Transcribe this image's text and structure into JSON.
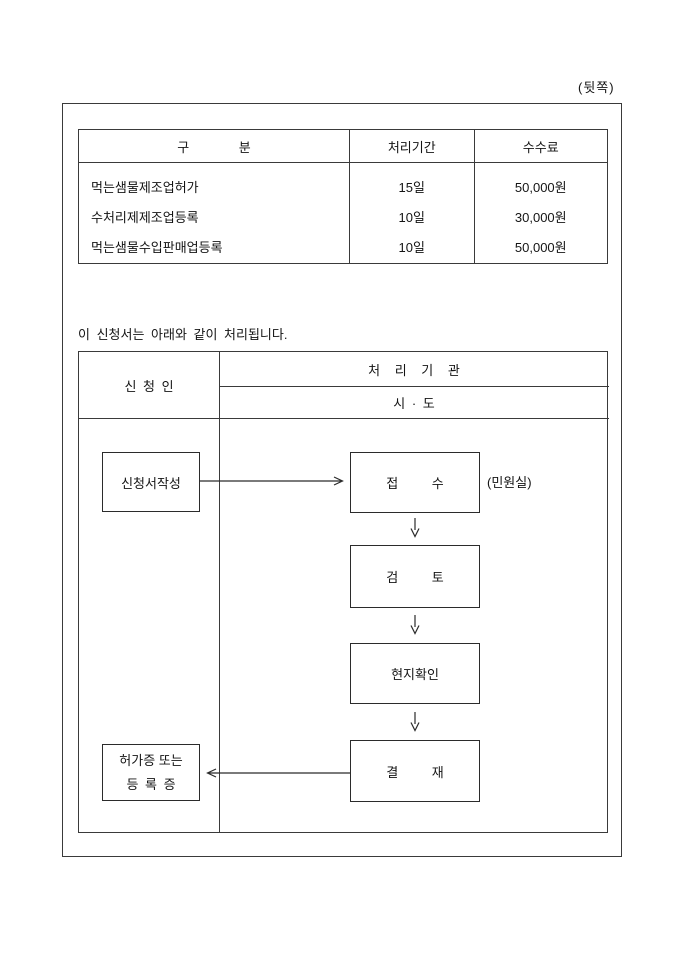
{
  "page_label": "(뒷쪽)",
  "fee_table": {
    "headers": {
      "category": "구 분",
      "period": "처리기간",
      "fee": "수수료"
    },
    "rows": [
      {
        "category": "먹는샘물제조업허가",
        "period": "15일",
        "fee": "50,000원"
      },
      {
        "category": "수처리제제조업등록",
        "period": "10일",
        "fee": "30,000원"
      },
      {
        "category": "먹는샘물수입판매업등록",
        "period": "10일",
        "fee": "50,000원"
      }
    ]
  },
  "intro_text": "이 신청서는 아래와 같이 처리됩니다.",
  "flow": {
    "applicant_header": "신 청 인",
    "agency_header": "처 리 기 관",
    "agency_sub_header": "시 · 도",
    "steps": {
      "write": "신청서작성",
      "receive": "접 수",
      "receive_note": "(민원실)",
      "review": "검 토",
      "site_check": "현지확인",
      "approve": "결 재",
      "result_line1": "허가증 또는",
      "result_line2": "등 록 증"
    }
  },
  "colors": {
    "background": "#ffffff",
    "line": "#3a3a3a",
    "text": "#141414"
  }
}
